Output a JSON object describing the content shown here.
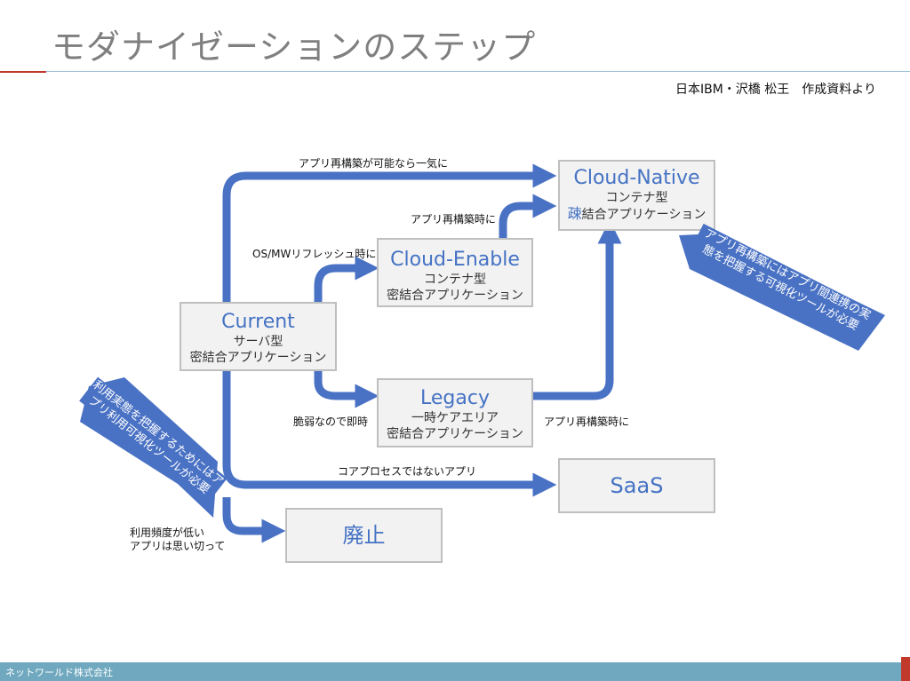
{
  "header": {
    "title": "モダナイゼーションのステップ",
    "credit": "日本IBM・沢橋 松王　作成資料より"
  },
  "nodes": {
    "current": {
      "title": "Current",
      "line1": "サーバ型",
      "line2": "密結合アプリケーション"
    },
    "cloud_enable": {
      "title": "Cloud-Enable",
      "line1": "コンテナ型",
      "line2": "密結合アプリケーション"
    },
    "legacy": {
      "title": "Legacy",
      "line1": "一時ケアエリア",
      "line2": "密結合アプリケーション"
    },
    "cloud_native": {
      "title": "Cloud-Native",
      "line1": "コンテナ型",
      "line2_accent": "疎",
      "line2_rest": "結合アプリケーション"
    },
    "saas": {
      "title": "SaaS"
    },
    "haishi": {
      "title": "廃止"
    }
  },
  "edges": {
    "to_native_direct": "アプリ再構築が可能なら一気に",
    "enable_to_native": "アプリ再構築時に",
    "os_refresh": "OS/MWリフレッシュ時に",
    "legacy_immediate": "脆弱なので即時",
    "legacy_to_native": "アプリ再構築時に",
    "core_saas": "コアプロセスではないアプリ",
    "low_usage_line1": "利用頻度が低い",
    "low_usage_line2": "アプリは思い切って"
  },
  "notes": {
    "right": "アプリ再構築にはアプリ間連携の実態を把握する可視化ツールが必要",
    "left": "利用実態を把握するためにはアプリ利用可視化ツールが必要"
  },
  "footer": {
    "company": "ネットワールド株式会社"
  },
  "colors": {
    "arrow": "#4a72c4",
    "arrow_stroke": "#2f4f8f",
    "node_text": "#4472c4",
    "box_fill": "#f2f2f2",
    "box_border": "#bfbfbf"
  }
}
